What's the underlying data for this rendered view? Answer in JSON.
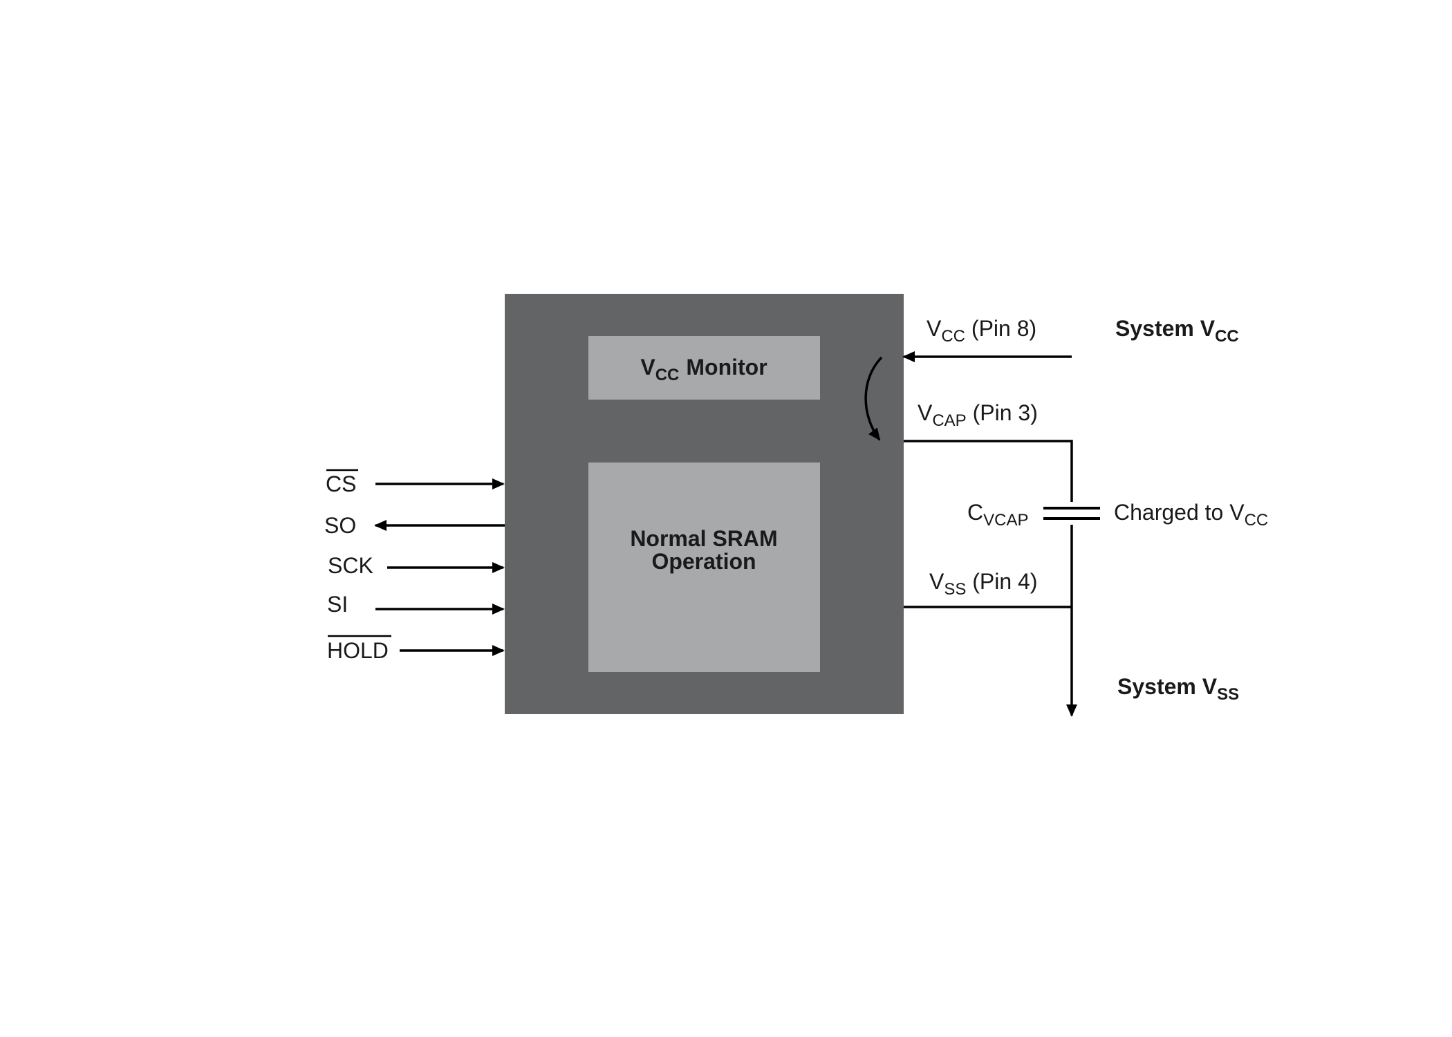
{
  "colors": {
    "chip_body": "#636466",
    "inner_block": "#a7a9ab",
    "line": "#000000",
    "text": "#1a1a1a"
  },
  "chip": {
    "monitor": {
      "v": "V",
      "sub": "CC",
      "text": "Monitor"
    },
    "sram": {
      "line1": "Normal SRAM",
      "line2": "Operation"
    }
  },
  "pins": {
    "cs": "CS",
    "so": "SO",
    "sck": "SCK",
    "si": "SI",
    "hold": "HOLD"
  },
  "power": {
    "vcc_pin": {
      "v": "V",
      "sub": "CC",
      "rest": " (Pin 8)"
    },
    "vcap_pin": {
      "v": "V",
      "sub": "CAP",
      "rest": " (Pin 3)"
    },
    "vss_pin": {
      "v": "V",
      "sub": "SS",
      "rest": " (Pin 4)"
    },
    "system_vcc": {
      "text": "System V",
      "sub": "CC"
    },
    "system_vss": {
      "text": "System V",
      "sub": "SS"
    },
    "cap": {
      "c": "C",
      "sub": "VCAP"
    },
    "charged": {
      "text": "Charged to V",
      "sub": "CC"
    }
  },
  "icons": [
    "arrow-right-icon",
    "arrow-left-icon",
    "arrow-down-icon",
    "curved-arrow-icon",
    "capacitor-icon"
  ]
}
